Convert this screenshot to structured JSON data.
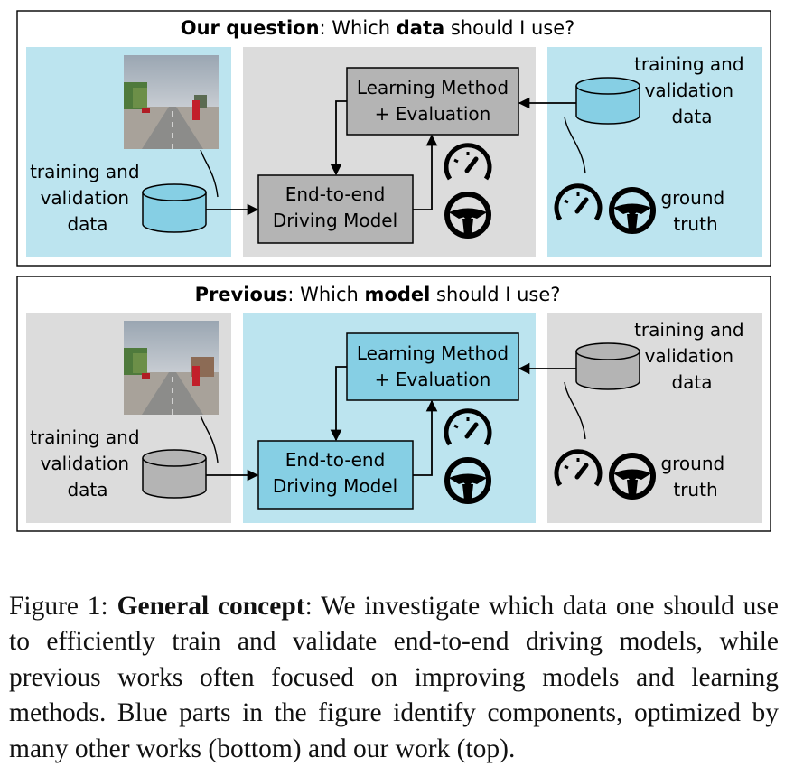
{
  "colors": {
    "blue_panel": "#bce4ef",
    "blue_box": "#86cfe4",
    "gray_panel": "#dcdcdc",
    "gray_box": "#b4b4b4",
    "stroke": "#000000"
  },
  "icons": [
    "road-scene-thumbnail",
    "database-cylinder-icon",
    "speedometer-icon",
    "steering-wheel-icon",
    "arrow"
  ],
  "top_panel": {
    "title_bold": "Our question",
    "title_rest_1": ": Which ",
    "title_bold_2": "data",
    "title_rest_2": " should I use?",
    "left_data_label": [
      "training and",
      "validation",
      "data"
    ],
    "learning_box": [
      "Learning Method",
      "+ Evaluation"
    ],
    "model_box": [
      "End-to-end",
      "Driving Model"
    ],
    "right_data_label": [
      "training and",
      "validation",
      "data"
    ],
    "ground_truth_label": [
      "ground",
      "truth"
    ]
  },
  "bottom_panel": {
    "title_bold": "Previous",
    "title_rest_1": ": Which ",
    "title_bold_2": "model",
    "title_rest_2": " should I use?",
    "left_data_label": [
      "training and",
      "validation",
      "data"
    ],
    "learning_box": [
      "Learning Method",
      "+ Evaluation"
    ],
    "model_box": [
      "End-to-end",
      "Driving Model"
    ],
    "right_data_label": [
      "training and",
      "validation",
      "data"
    ],
    "ground_truth_label": [
      "ground",
      "truth"
    ]
  },
  "caption": {
    "prefix": "Figure 1: ",
    "bold": "General concept",
    "text": ": We investigate which data one should use to efficiently train and validate end-to-end driving models, while previous works often focused on improving models and learning methods.  Blue parts in the figure identify components, optimized by many other works (bottom) and our work (top)."
  }
}
